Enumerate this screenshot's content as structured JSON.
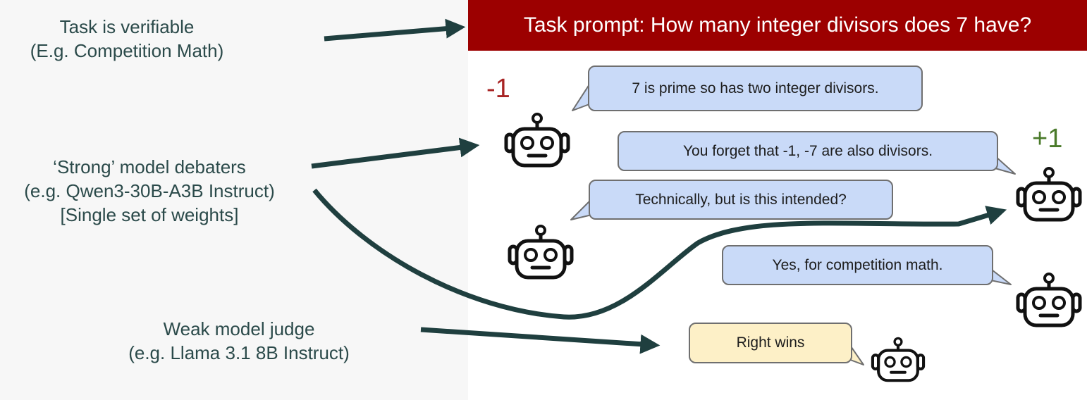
{
  "labels": {
    "task": [
      "Task is verifiable",
      "(E.g. Competition Math)"
    ],
    "debaters": [
      "‘Strong’ model debaters",
      "(e.g. Qwen3-30B-A3B Instruct)",
      "[Single set of weights]"
    ],
    "judge": [
      "Weak model judge",
      "(e.g. Llama 3.1 8B Instruct)"
    ]
  },
  "prompt": "Task prompt: How many integer divisors does 7 have?",
  "dialogue": [
    "7 is prime so has two integer divisors.",
    "You forget that -1, -7 are also divisors.",
    "Technically, but is this intended?",
    "Yes, for competition math."
  ],
  "verdict": "Right wins",
  "scores": {
    "left": "-1",
    "right": "+1"
  },
  "colors": {
    "banner": "#9c0000",
    "bubble": "#c9daf8",
    "judge_bubble": "#fdf0c7",
    "arrow": "#1f3f3f",
    "label_text": "#2b4a4a",
    "negative": "#a82424",
    "positive": "#4a7a2a"
  },
  "icons": [
    "robot-icon"
  ]
}
